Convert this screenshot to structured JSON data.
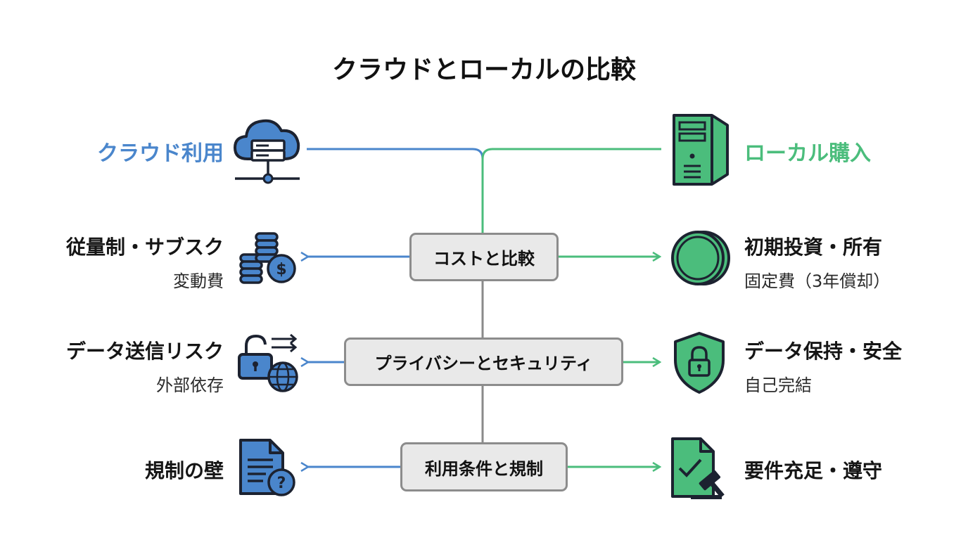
{
  "title": "クラウドとローカルの比較",
  "left": {
    "heading": "クラウド利用",
    "rows": [
      {
        "main": "従量制・サブスク",
        "sub": "変動費"
      },
      {
        "main": "データ送信リスク",
        "sub": "外部依存"
      },
      {
        "main": "規制の壁",
        "sub": ""
      }
    ]
  },
  "right": {
    "heading": "ローカル購入",
    "rows": [
      {
        "main": "初期投資・所有",
        "sub": "固定費（3年償却）"
      },
      {
        "main": "データ保持・安全",
        "sub": "自己完結"
      },
      {
        "main": "要件充足・遵守",
        "sub": ""
      }
    ]
  },
  "center": [
    {
      "label": "コストと比較"
    },
    {
      "label": "プライバシーとセキュリティ"
    },
    {
      "label": "利用条件と規制"
    }
  ],
  "colors": {
    "left": "#4a86cc",
    "right": "#4bbd7c",
    "center_line": "#8a8a8a",
    "node_fill": "#e9e9e9",
    "dark": "#1c2230"
  },
  "icons": {
    "left": [
      "cloud-server-icon",
      "coins-dollar-icon",
      "unlocked-transfer-globe-icon",
      "document-question-icon"
    ],
    "right": [
      "server-tower-icon",
      "coin-icon",
      "shield-lock-icon",
      "checkmark-gavel-icon"
    ]
  }
}
